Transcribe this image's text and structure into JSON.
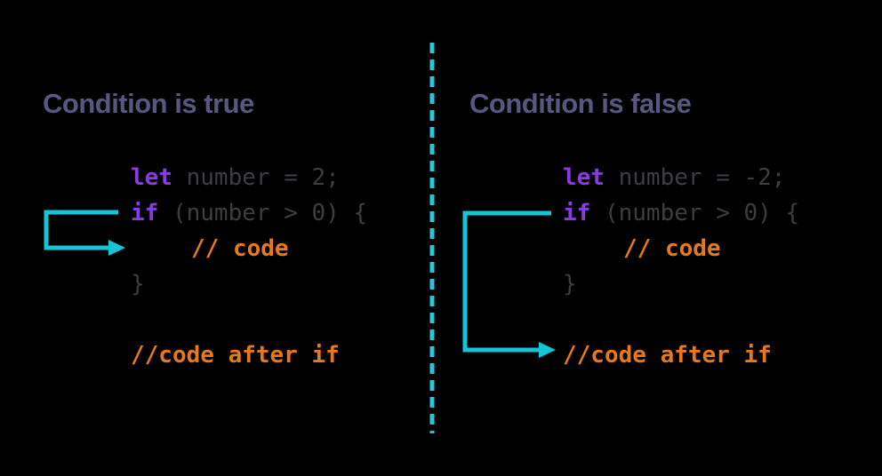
{
  "colors": {
    "background": "#000000",
    "title": "#575780",
    "keyword": "#8a3be0",
    "code_plain": "#3d3d42",
    "comment": "#e5791b",
    "arrow": "#15c5d6",
    "divider": "#2cc5d4"
  },
  "left_panel": {
    "title": "Condition is true",
    "code": {
      "line1_keyword": "let",
      "line1_rest": " number = 2;",
      "line2_keyword": "if",
      "line2_rest": " (number > 0) {",
      "line3_comment": "// code",
      "line4_brace": "}",
      "line5_comment": "//code after if"
    },
    "arrow": {
      "from": "if (number > 0) {",
      "points_to": "// code"
    }
  },
  "right_panel": {
    "title": "Condition is false",
    "code": {
      "line1_keyword": "let",
      "line1_rest": " number = -2;",
      "line2_keyword": "if",
      "line2_rest": " (number > 0) {",
      "line3_comment": "// code",
      "line4_brace": "}",
      "line5_comment": "//code after if"
    },
    "arrow": {
      "from": "if (number > 0) {",
      "points_to": "//code after if"
    }
  }
}
